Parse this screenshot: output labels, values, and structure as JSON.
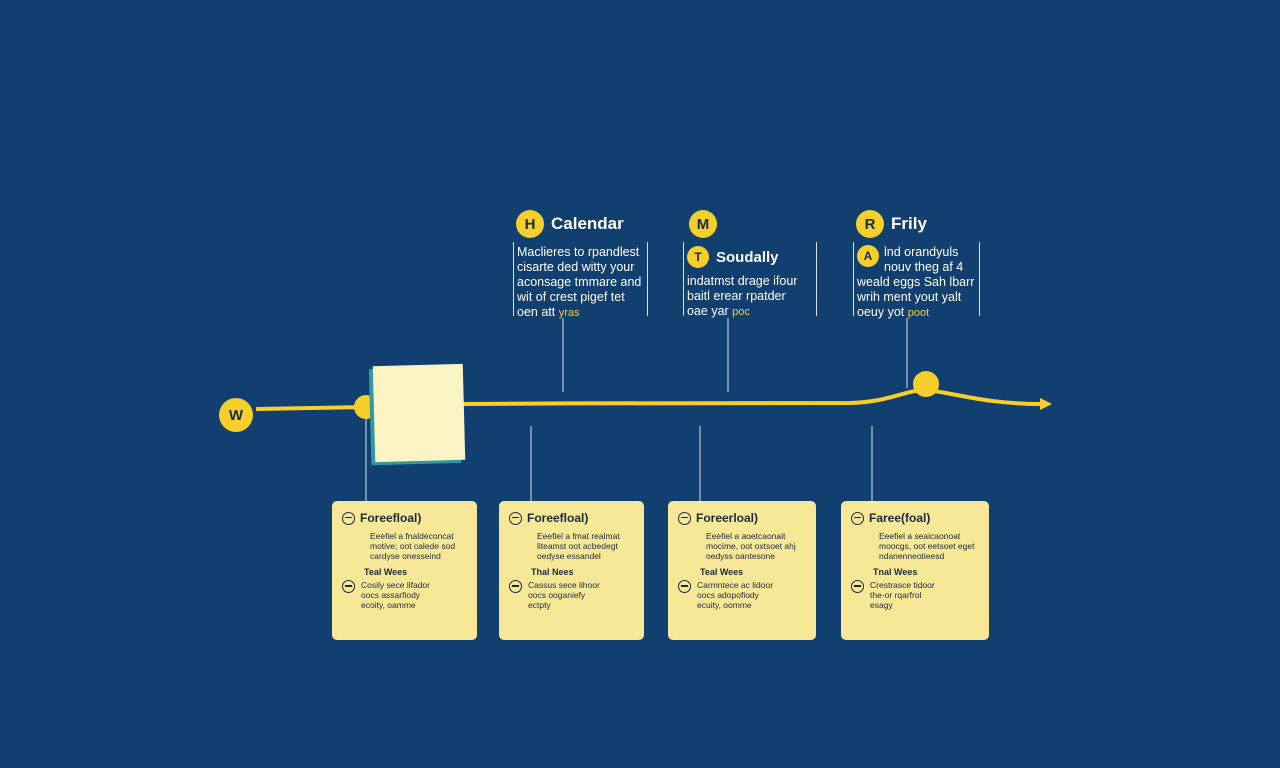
{
  "timeline": {
    "start_badge": "W",
    "colors": {
      "background": "#113f70",
      "accent": "#f6cf2b",
      "card": "#f7e898",
      "note": "#fbf3c4",
      "teal": "#2c9aa0"
    }
  },
  "headers": [
    {
      "badge": "H",
      "title": "Calendar",
      "inner_badge": "",
      "inner_title": "",
      "lines": [
        "Maclieres to rpandlest",
        "cisarte ded witty your",
        "aconsage tmmare and",
        "wit of crest pigef tet",
        "oen att "
      ],
      "highlight": "yras"
    },
    {
      "badge": "M",
      "title": "",
      "inner_badge": "T",
      "inner_title": "Soudally",
      "lines": [
        "indatmst drage ifour",
        "baitl erear rpatder",
        "oae yar "
      ],
      "highlight": "poc"
    },
    {
      "badge": "R",
      "title": "Frily",
      "inner_badge": "A",
      "inner_title": "",
      "lines": [
        "lnd orandyuls",
        "nouv theg af 4",
        "weald eggs Sah lbarr",
        "wrih ment yout yalt",
        "oeuy yot "
      ],
      "highlight": "poot"
    }
  ],
  "cards": [
    {
      "title": "Foreefloal)",
      "desc": [
        "Eeefiel a fnaldeconcat",
        "motive; oot calede sod",
        "cardyse onesseind"
      ],
      "sub": "Teal Wees",
      "desc2": [
        "Cosily sece lifador",
        "oocs assarfiody",
        "ecoity, oamme"
      ]
    },
    {
      "title": "Foreefloal)",
      "desc": [
        "Eeefiel a fmat realmat",
        "liteamst oot acbedegt",
        "oedyse essandel"
      ],
      "sub": "Thal Nees",
      "desc2": [
        "Cassus sece lihoor",
        "oocs ooganiefy",
        "ectpty"
      ]
    },
    {
      "title": "Foreerloal)",
      "desc": [
        "Eeefiel a aoetcaonait",
        "mocime, oot oxtsoet ahj",
        "oedyss oantesone"
      ],
      "sub": "Teal Wees",
      "desc2": [
        "Carmntece ac lidoor",
        "oocs adopofiody",
        "ecuity, oomme"
      ]
    },
    {
      "title": "Faree(foal)",
      "desc": [
        "Eeefiel a seaicaonoat",
        "moocgs, oot eetsoet eget",
        "ndanenneotieesd"
      ],
      "sub": "Tnal Wees",
      "desc2": [
        "Crestrasce tidoor",
        "the-or rqarfrol",
        "esagy"
      ]
    }
  ]
}
